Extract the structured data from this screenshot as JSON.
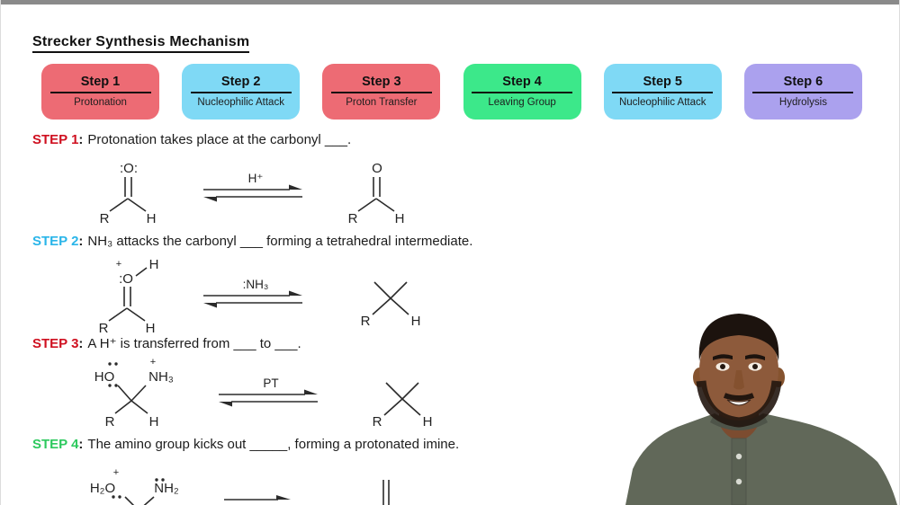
{
  "title": "Strecker Synthesis Mechanism",
  "step_cards": [
    {
      "label": "Step 1",
      "subtitle": "Protonation",
      "color": "#ed6b74"
    },
    {
      "label": "Step 2",
      "subtitle": "Nucleophilic Attack",
      "color": "#7fd9f5"
    },
    {
      "label": "Step 3",
      "subtitle": "Proton Transfer",
      "color": "#ed6b74"
    },
    {
      "label": "Step 4",
      "subtitle": "Leaving Group",
      "color": "#3ce88a"
    },
    {
      "label": "Step 5",
      "subtitle": "Nucleophilic Attack",
      "color": "#7fd9f5"
    },
    {
      "label": "Step 6",
      "subtitle": "Hydrolysis",
      "color": "#aba1ee"
    }
  ],
  "separator": ":",
  "step_lines": [
    {
      "label": "STEP 1",
      "color": "#cf1020",
      "text": "Protonation takes place at the carbonyl ___."
    },
    {
      "label": "STEP 2",
      "color": "#2ab5e9",
      "text": "NH₃ attacks the carbonyl ___ forming a tetrahedral intermediate."
    },
    {
      "label": "STEP 3",
      "color": "#cf1020",
      "text": "A H⁺ is transferred from ___ to ___."
    },
    {
      "label": "STEP 4",
      "color": "#2dc95e",
      "text": "The amino group kicks out _____, forming a protonated imine."
    }
  ],
  "reactions": {
    "r1": {
      "arrow_label": "H⁺",
      "reactant": {
        "o": ":O:",
        "r": "R",
        "h": "H"
      },
      "product": {
        "o": "O",
        "r": "R",
        "h": "H"
      }
    },
    "r2": {
      "arrow_label": ":NH₃",
      "reactant": {
        "plus": "+",
        "o": ":O",
        "h_top": "H",
        "r": "R",
        "h": "H"
      },
      "product": {
        "r": "R",
        "h": "H"
      }
    },
    "r3": {
      "arrow_label": "PT",
      "reactant": {
        "ho": "HO",
        "plus": "+",
        "nh3": "NH₃",
        "r": "R",
        "h": "H"
      },
      "product": {
        "r": "R",
        "h": "H"
      }
    },
    "r4": {
      "reactant": {
        "h2o": "H₂O",
        "plus": "+",
        "nh2": "NH₂"
      }
    }
  }
}
